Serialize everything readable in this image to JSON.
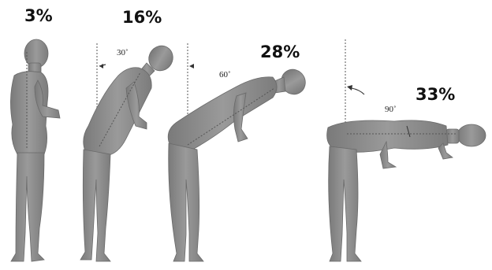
{
  "figures": [
    {
      "percent": "3%"
    },
    {
      "percent": "16%",
      "angle": "30˚"
    },
    {
      "percent": "28%",
      "angle": "60˚"
    },
    {
      "percent": "33%",
      "angle": "90˚"
    }
  ],
  "colors": {
    "body": "#8b8b8b",
    "body_dark": "#6e6e6e",
    "guide": "#555555",
    "background": "#ffffff"
  }
}
